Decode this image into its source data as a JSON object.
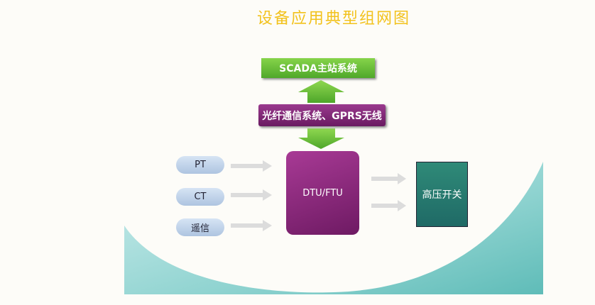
{
  "title": "设备应用典型组网图",
  "nodes": {
    "scada": "SCADA主站系统",
    "comm": "光纤通信系统、GPRS无线",
    "dtu": "DTU/FTU",
    "switch": "高压开关",
    "inputs": [
      "PT",
      "CT",
      "遥信"
    ]
  },
  "colors": {
    "title": "#f2c21d",
    "green": "#5fb832",
    "purple": "#7e2372",
    "teal": "#2a7d72"
  }
}
